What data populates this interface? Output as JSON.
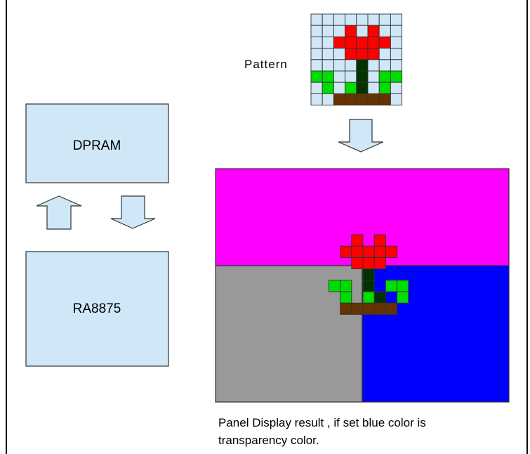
{
  "colors": {
    "box_fill": "#cfe7f7",
    "arrow_fill": "#cfe7f7",
    "magenta": "#ff00ff",
    "gray": "#999999",
    "blue": "#0000ff",
    "pattern_background": "#cfe7f7",
    "flower_red": "#ff0000",
    "flower_green": "#00dd00",
    "stem_dark_green": "#003300",
    "soil_brown": "#663300",
    "grid_line": "#333333"
  },
  "pattern": {
    "label": "Pattern",
    "pixels": [
      "........",
      "...R.R..",
      "..RRRRR.",
      "...RRR..",
      "....D...",
      "GG..D.GG",
      ".G.GD.G.",
      "..BBBBB."
    ]
  },
  "blocks": {
    "dpram": "DPRAM",
    "ra8875": "RA8875"
  },
  "panel": {
    "caption_line1": "Panel Display result , if set blue color is",
    "caption_line2": "transparency color.",
    "overlay_pixels": [
      "....R.R.",
      "...RRRRR",
      "....RRR.",
      ".....D..",
      "..GG.D.GG",
      "...G.GD.G",
      "...BBBBB"
    ]
  },
  "icons": {
    "up_arrow": "up-arrow-icon",
    "down_arrow": "down-arrow-icon",
    "pattern_to_panel_arrow": "down-arrow-icon"
  }
}
